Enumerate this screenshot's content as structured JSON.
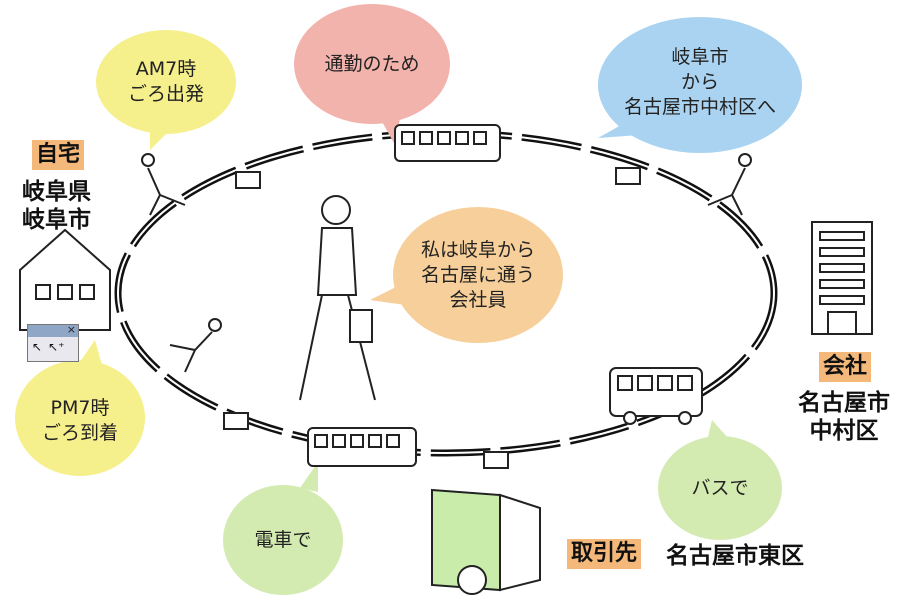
{
  "bubbles": {
    "am": "AM7時\nごろ出発",
    "commute": "通勤のため",
    "route": "岐阜市\nから\n名古屋市中村区へ",
    "self": "私は岐阜から\n名古屋に通う\n会社員",
    "pm": "PM7時\nごろ到着",
    "train": "電車で",
    "bus": "バスで"
  },
  "home": {
    "tag": "自宅",
    "place": "岐阜県\n岐阜市"
  },
  "company": {
    "tag": "会社",
    "place": "名古屋市\n中村区"
  },
  "client": {
    "tag": "取引先",
    "place": "名古屋市東区"
  },
  "colors": {
    "yellow_bubble": "#f5ef8c",
    "pink_bubble": "#f3b3ad",
    "blue_bubble": "#a9d3f0",
    "peach_bubble": "#f7cf9a",
    "green_bubble": "#d3ebb0",
    "tag_bg": "#f4b97a"
  }
}
